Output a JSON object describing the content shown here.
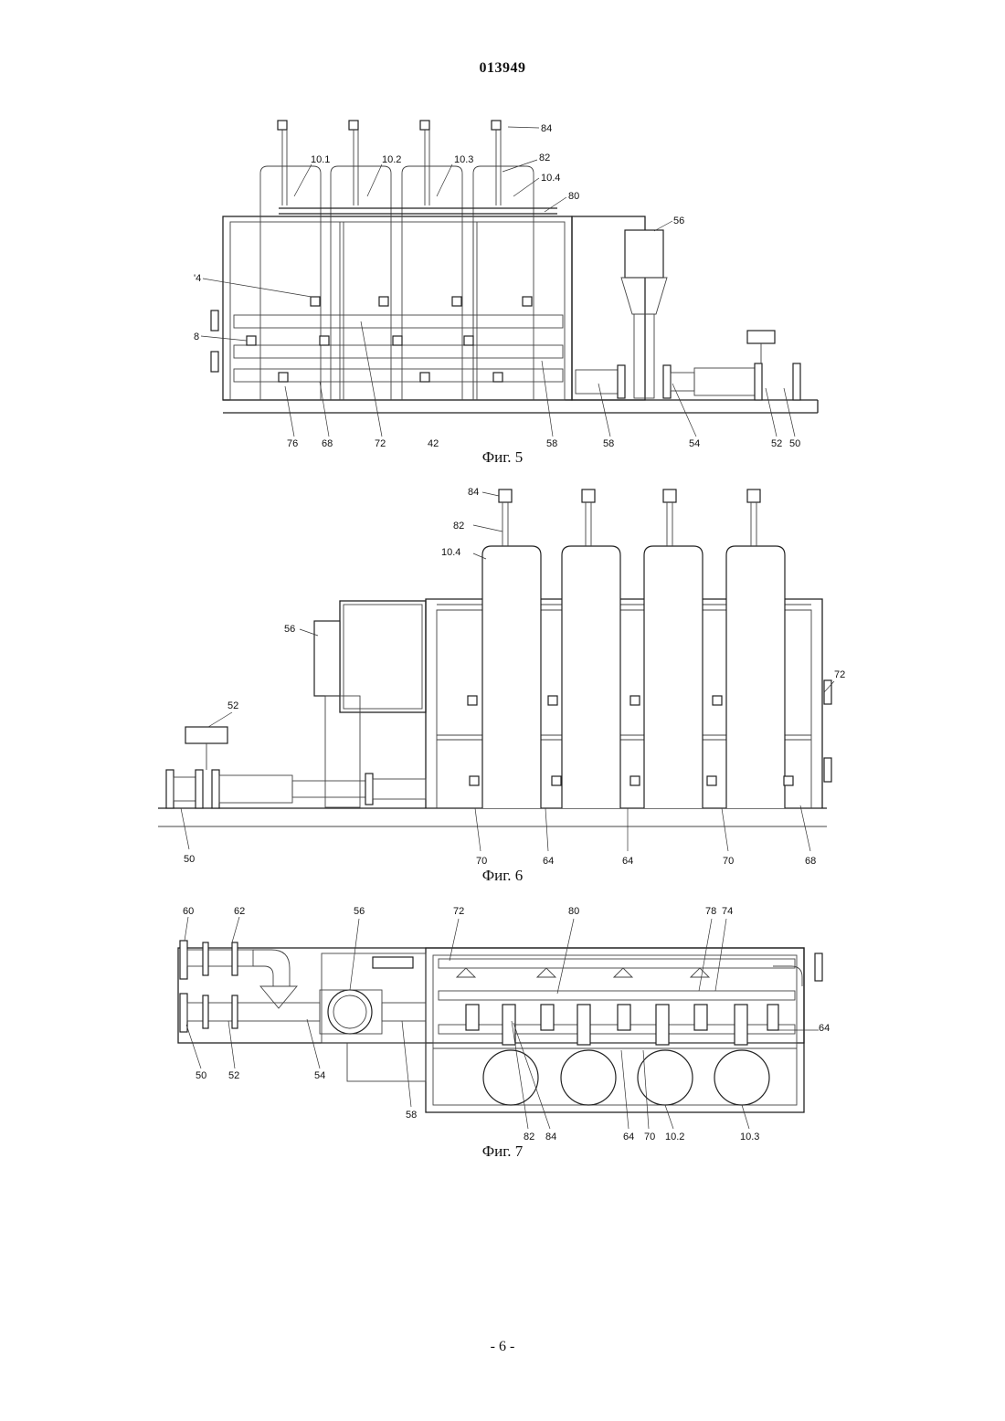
{
  "document": {
    "number": "013949",
    "page_number": "- 6 -"
  },
  "figures": [
    {
      "id": "fig5",
      "caption": "Фиг. 5",
      "labels": [
        "84",
        "10.1",
        "10.2",
        "10.3",
        "82",
        "10.4",
        "80",
        "56",
        "'4",
        "8",
        "76",
        "68",
        "72",
        "42",
        "58",
        "58",
        "54",
        "52",
        "50"
      ]
    },
    {
      "id": "fig6",
      "caption": "Фиг. 6",
      "labels": [
        "84",
        "82",
        "10.4",
        "56",
        "52",
        "72",
        "50",
        "70",
        "64",
        "64",
        "70",
        "68"
      ]
    },
    {
      "id": "fig7",
      "caption": "Фиг. 7",
      "labels": [
        "60",
        "62",
        "56",
        "72",
        "80",
        "78",
        "74",
        "64",
        "50",
        "52",
        "54",
        "58",
        "82",
        "84",
        "64",
        "70",
        "10.2",
        "10.3"
      ]
    }
  ]
}
